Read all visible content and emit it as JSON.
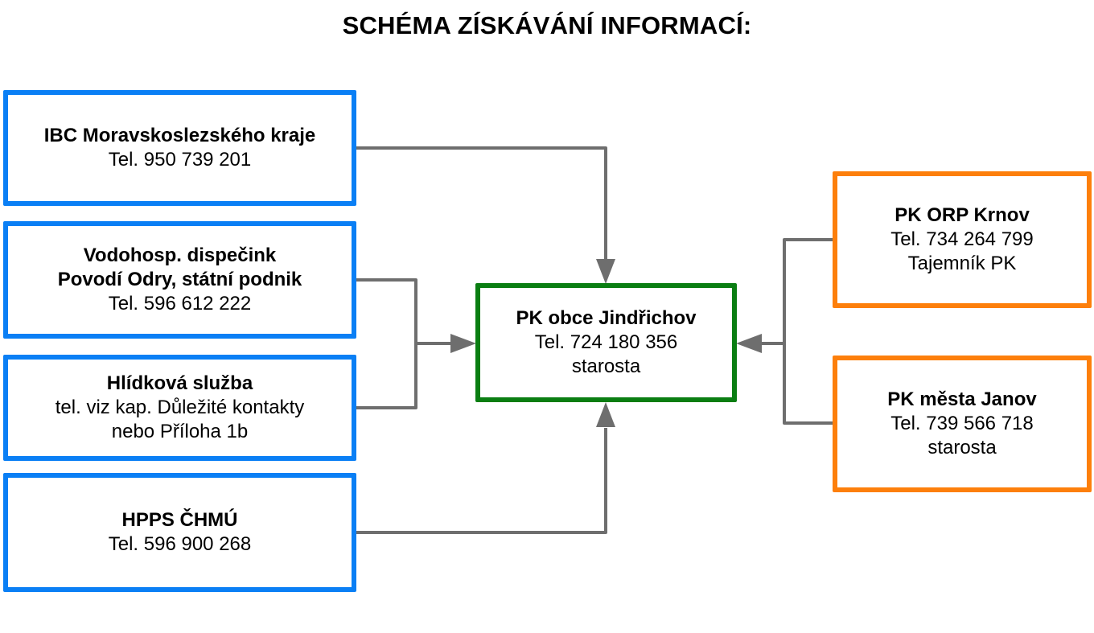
{
  "title": "SCHÉMA ZÍSKÁVÁNÍ INFORMACÍ:",
  "colors": {
    "source_border": "#0a7ff5",
    "center_border": "#0a7e12",
    "peer_border": "#fd7f0b",
    "connector": "#6e6e6e"
  },
  "sources": [
    {
      "name_lines": [
        "IBC Moravskoslezského kraje"
      ],
      "detail_lines": [
        "Tel. 950 739 201"
      ]
    },
    {
      "name_lines": [
        "Vodohosp. dispečink",
        "Povodí Odry, státní podnik"
      ],
      "detail_lines": [
        "Tel. 596 612 222"
      ]
    },
    {
      "name_lines": [
        "Hlídková služba"
      ],
      "detail_lines": [
        "tel. viz kap. Důležité kontakty",
        "nebo Příloha 1b"
      ]
    },
    {
      "name_lines": [
        "HPPS ČHMÚ"
      ],
      "detail_lines": [
        "Tel. 596 900 268"
      ]
    }
  ],
  "center": {
    "name_lines": [
      "PK obce Jindřichov"
    ],
    "detail_lines": [
      "Tel. 724 180 356",
      "starosta"
    ]
  },
  "peers": [
    {
      "name_lines": [
        "PK ORP Krnov"
      ],
      "detail_lines": [
        "Tel. 734 264 799",
        "Tajemník PK"
      ]
    },
    {
      "name_lines": [
        "PK města Janov"
      ],
      "detail_lines": [
        "Tel. 739 566 718",
        "starosta"
      ]
    }
  ],
  "edges": [
    {
      "from": "sources.0",
      "to": "center",
      "enters": "top"
    },
    {
      "from": "sources.1",
      "to": "center",
      "enters": "left"
    },
    {
      "from": "sources.2",
      "to": "center",
      "enters": "left"
    },
    {
      "from": "sources.3",
      "to": "center",
      "enters": "bottom"
    },
    {
      "from": "peers.0",
      "to": "center",
      "enters": "right"
    },
    {
      "from": "peers.1",
      "to": "center",
      "enters": "right"
    }
  ]
}
